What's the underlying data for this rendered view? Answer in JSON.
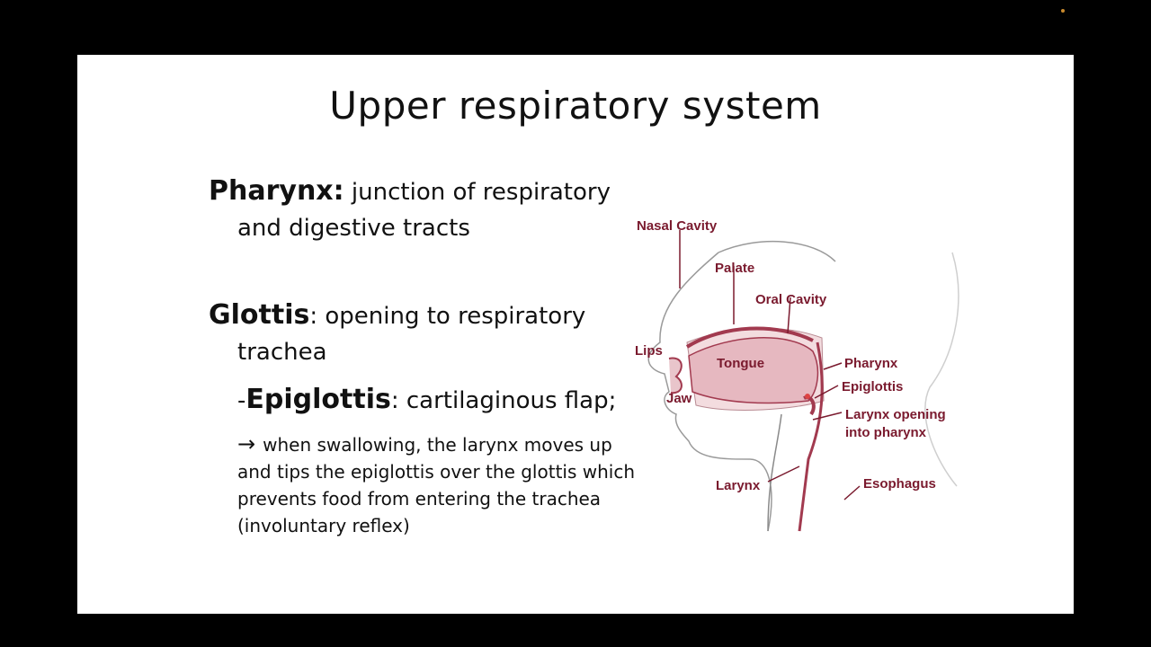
{
  "slide": {
    "title": "Upper respiratory system",
    "pharynx": {
      "term": "Pharynx:",
      "desc_line1": "junction of respiratory",
      "desc_line2": "and digestive tracts"
    },
    "glottis": {
      "term": "Glottis",
      "sep": ":",
      "desc_line1": "opening to respiratory",
      "desc_line2": "trachea"
    },
    "epiglottis": {
      "prefix": "-",
      "term": "Epiglottis",
      "desc": ": cartilaginous flap;"
    },
    "note": {
      "arrow": "→",
      "text": "when swallowing, the larynx moves up and tips the epiglottis over the glottis which prevents food from entering the trachea (involuntary reflex)"
    }
  },
  "diagram": {
    "labels": {
      "nasal_cavity": "Nasal Cavity",
      "palate": "Palate",
      "oral_cavity": "Oral Cavity",
      "lips": "Lips",
      "tongue": "Tongue",
      "pharynx": "Pharynx",
      "epiglottis": "Epiglottis",
      "jaw": "Jaw",
      "larynx_opening_1": "Larynx opening",
      "larynx_opening_2": "into pharynx",
      "larynx": "Larynx",
      "esophagus": "Esophagus"
    },
    "colors": {
      "label": "#7a1a2e",
      "tissue": "#a23a4f",
      "outline": "#8a8a8a"
    }
  }
}
